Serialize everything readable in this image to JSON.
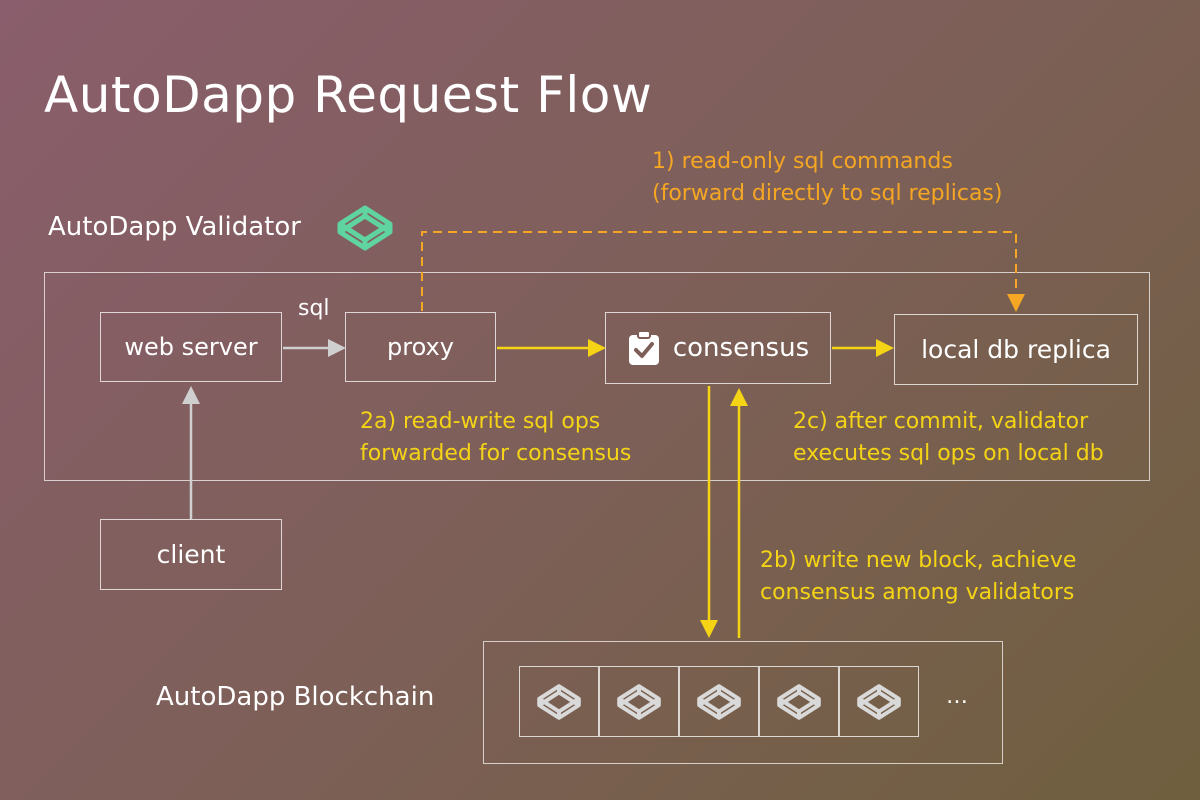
{
  "title": "AutoDapp Request Flow",
  "validator": {
    "label": "AutoDapp Validator"
  },
  "nodes": {
    "web_server": "web server",
    "proxy": "proxy",
    "consensus": "consensus",
    "local_db": "local db replica",
    "client": "client"
  },
  "edge_labels": {
    "sql": "sql"
  },
  "notes": {
    "read_only_line1": "1) read-only sql commands",
    "read_only_line2": "(forward directly to sql replicas)",
    "read_write_line1": "2a) read-write sql ops",
    "read_write_line2": "forwarded for consensus",
    "write_block_line1": "2b) write new block, achieve",
    "write_block_line2": "consensus among validators",
    "after_commit_line1": "2c) after commit, validator",
    "after_commit_line2": "executes sql ops on local db"
  },
  "blockchain": {
    "label": "AutoDapp Blockchain",
    "ellipsis": "…"
  },
  "colors": {
    "orange": "#f5a623",
    "yellow": "#f5d416",
    "gray_arrow": "#cfcfcf",
    "logo_green": "#5fd3a0"
  },
  "icons": {
    "validator_logo": "codepen-logo-icon",
    "consensus": "clipboard-check-icon",
    "block": "codepen-logo-icon"
  }
}
